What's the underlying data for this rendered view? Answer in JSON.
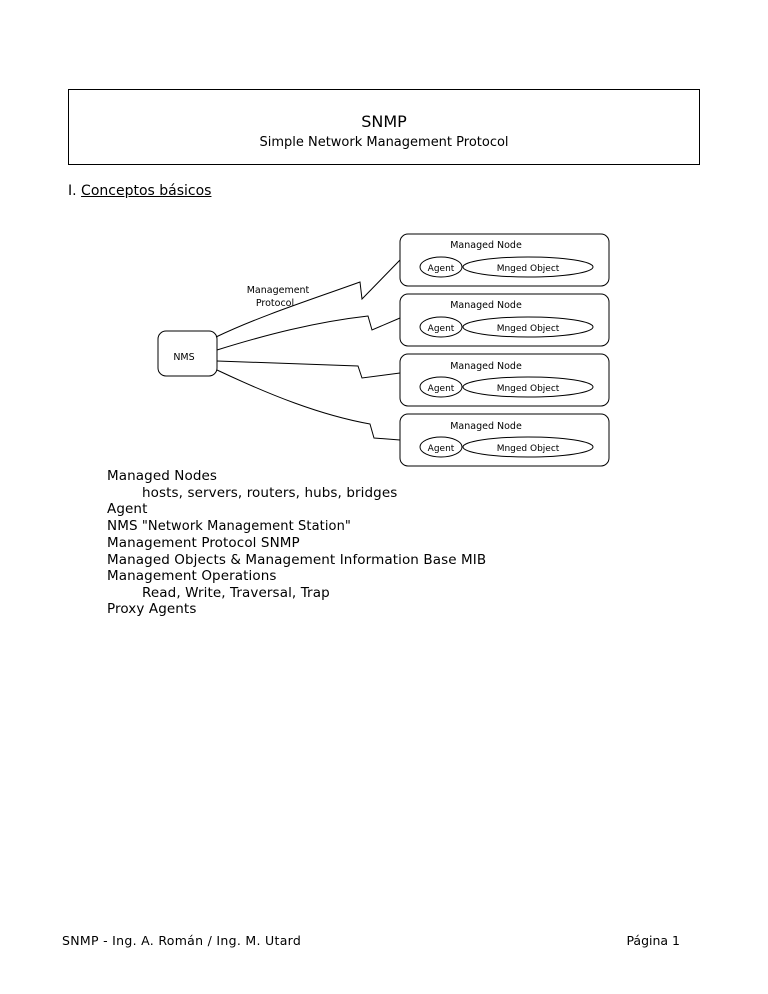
{
  "header": {
    "title": "SNMP",
    "subtitle": "Simple Network Management Protocol"
  },
  "section": {
    "number": "I.",
    "title": "Conceptos básicos"
  },
  "diagram": {
    "nms_label": "NMS",
    "protocol_label_line1": "Management",
    "protocol_label_line2": "Protocol",
    "nodes": [
      {
        "title": "Managed Node",
        "agent": "Agent",
        "object": "Mnged Object"
      },
      {
        "title": "Managed Node",
        "agent": "Agent",
        "object": "Mnged Object"
      },
      {
        "title": "Managed Node",
        "agent": "Agent",
        "object": "Mnged Object"
      },
      {
        "title": "Managed Node",
        "agent": "Agent",
        "object": "Mnged Object"
      }
    ]
  },
  "notes": {
    "line1": "Managed Nodes",
    "line2": "hosts, servers, routers, hubs, bridges",
    "line3": "Agent",
    "line4_a": "NMS",
    "line4_b": " \"Network Management Station\"",
    "line5_a": "Management Protocol",
    "line5_b": " SNMP",
    "line6_a": "Managed Objects & Management Information Base",
    "line6_b": " MIB",
    "line7": "Management Operations",
    "line8": "Read, Write, Traversal, Trap",
    "line9": "Proxy Agents"
  },
  "footer": {
    "left": "SNMP - Ing. A. Román / Ing. M. Utard",
    "right": "Página 1"
  }
}
